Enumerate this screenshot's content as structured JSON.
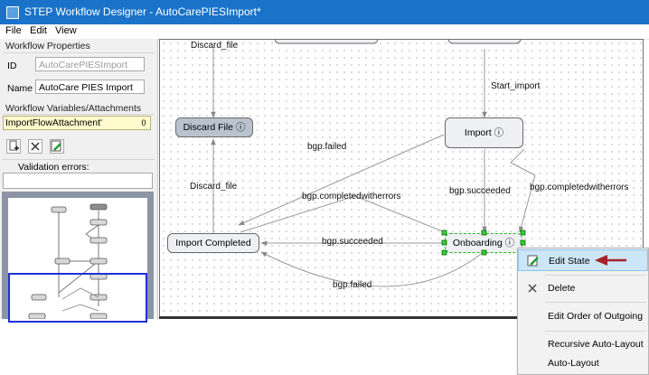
{
  "window": {
    "title": "STEP Workflow Designer - AutoCarePIESImport*"
  },
  "menu": {
    "file": "File",
    "edit": "Edit",
    "view": "View"
  },
  "left": {
    "props_label": "Workflow Properties",
    "id_label": "ID",
    "id_value": "AutoCarePIESImport",
    "name_label": "Name",
    "name_value": "AutoCare PIES Import",
    "vars_label": "Workflow Variables/Attachments",
    "var_value": "ImportFlowAttachment'",
    "var_btn": "0",
    "validation_label": "Validation errors:"
  },
  "canvas": {
    "nodes": {
      "discard": "Discard File ⓘ",
      "import": "Import ⓘ",
      "completed": "Import Completed",
      "onboarding": "Onboarding ⓘ"
    },
    "edges": {
      "discard_top": "Discard_file",
      "start_import": "Start_import",
      "failed_upper": "bgp.failed",
      "discard_file": "Discard_file",
      "cwe_left": "bgp.completedwitherrors",
      "succeeded_mid": "bgp.succeeded",
      "cwe_right": "bgp.completedwitherrors",
      "succeeded_low": "bgp.succeeded",
      "failed_lower": "bgp.failed"
    }
  },
  "context_menu": {
    "items": [
      "Edit State",
      "Delete",
      "Edit Order of Outgoing",
      "Recursive Auto-Layout",
      "Auto-Layout"
    ]
  },
  "colors": {
    "title_bar": "#1a73c9",
    "highlight": "#cce6f7",
    "selection": "#2fb52f",
    "arrow": "#a8222a"
  }
}
